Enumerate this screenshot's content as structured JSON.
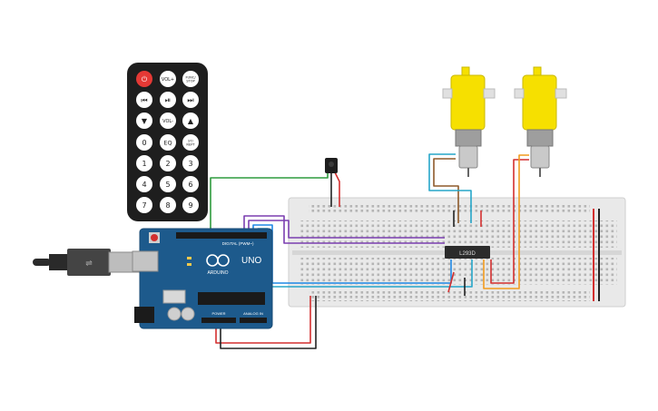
{
  "remote": {
    "buttons": [
      {
        "name": "power-button",
        "label": "⏻",
        "color": "#e53935",
        "text_color": "#ffffff"
      },
      {
        "name": "vol-plus-button",
        "label": "VOL+",
        "color": "#ffffff",
        "text_color": "#222222"
      },
      {
        "name": "func-stop-button",
        "label": "FUNC/STOP",
        "color": "#ffffff",
        "text_color": "#222222"
      },
      {
        "name": "rewind-button",
        "label": "⏮",
        "color": "#ffffff",
        "text_color": "#222222"
      },
      {
        "name": "play-pause-button",
        "label": "⏯",
        "color": "#ffffff",
        "text_color": "#222222"
      },
      {
        "name": "fast-forward-button",
        "label": "⏭",
        "color": "#ffffff",
        "text_color": "#222222"
      },
      {
        "name": "down-button",
        "label": "▼",
        "color": "#ffffff",
        "text_color": "#222222"
      },
      {
        "name": "vol-minus-button",
        "label": "VOL-",
        "color": "#ffffff",
        "text_color": "#222222"
      },
      {
        "name": "up-button",
        "label": "▲",
        "color": "#ffffff",
        "text_color": "#222222"
      },
      {
        "name": "digit-0-button",
        "label": "0",
        "color": "#ffffff",
        "text_color": "#222222"
      },
      {
        "name": "eq-button",
        "label": "EQ",
        "color": "#ffffff",
        "text_color": "#222222"
      },
      {
        "name": "st-rept-button",
        "label": "ST/REPT",
        "color": "#ffffff",
        "text_color": "#222222"
      },
      {
        "name": "digit-1-button",
        "label": "1",
        "color": "#ffffff",
        "text_color": "#222222"
      },
      {
        "name": "digit-2-button",
        "label": "2",
        "color": "#ffffff",
        "text_color": "#222222"
      },
      {
        "name": "digit-3-button",
        "label": "3",
        "color": "#ffffff",
        "text_color": "#222222"
      },
      {
        "name": "digit-4-button",
        "label": "4",
        "color": "#ffffff",
        "text_color": "#222222"
      },
      {
        "name": "digit-5-button",
        "label": "5",
        "color": "#ffffff",
        "text_color": "#222222"
      },
      {
        "name": "digit-6-button",
        "label": "6",
        "color": "#ffffff",
        "text_color": "#222222"
      },
      {
        "name": "digit-7-button",
        "label": "7",
        "color": "#ffffff",
        "text_color": "#222222"
      },
      {
        "name": "digit-8-button",
        "label": "8",
        "color": "#ffffff",
        "text_color": "#222222"
      },
      {
        "name": "digit-9-button",
        "label": "9",
        "color": "#ffffff",
        "text_color": "#222222"
      }
    ]
  },
  "arduino": {
    "model_label": "UNO",
    "brand_label": "ARDUINO",
    "digital_label": "DIGITAL (PWM~)",
    "power_label": "POWER",
    "analog_label": "ANALOG IN",
    "board_color": "#1d5a8c"
  },
  "ic": {
    "label": "L293D"
  },
  "colors": {
    "wire_green": "#2e9b3e",
    "wire_red": "#d32f2f",
    "wire_black": "#222222",
    "wire_purple": "#7b3fb0",
    "wire_blue": "#1e88e5",
    "wire_cyan": "#26a6c9",
    "wire_brown": "#8d5a2b",
    "wire_orange": "#f29b1d",
    "motor_yellow": "#f6e000",
    "breadboard": "#e8e8e8"
  }
}
